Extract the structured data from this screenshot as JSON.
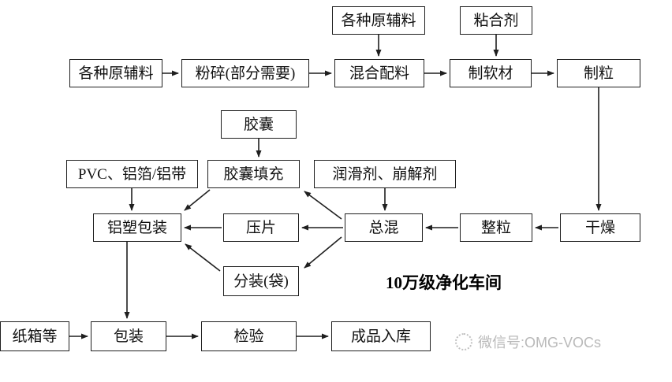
{
  "diagram": {
    "title": "10万级净化车间",
    "watermark": {
      "label": "微信号:OMG-VOCs",
      "icon": "wechat-logo-icon"
    },
    "colors": {
      "line": "#1f1f1f",
      "box_border": "#1f1f1f",
      "watermark": "#b9b9b9"
    },
    "nodes": {
      "raw_top": {
        "label": "各种原辅料"
      },
      "binder": {
        "label": "粘合剂"
      },
      "raw_left": {
        "label": "各种原辅料"
      },
      "crush": {
        "label": "粉碎(部分需要)"
      },
      "mix": {
        "label": "混合配料"
      },
      "soft_material": {
        "label": "制软材"
      },
      "granulate": {
        "label": "制粒"
      },
      "capsule": {
        "label": "胶囊"
      },
      "pvc_foil": {
        "label": "PVC、铝箔/铝带"
      },
      "capsule_fill": {
        "label": "胶囊填充"
      },
      "lubricant": {
        "label": "润滑剂、崩解剂"
      },
      "blister_pack": {
        "label": "铝塑包装"
      },
      "tablet_press": {
        "label": "压片"
      },
      "final_blend": {
        "label": "总混"
      },
      "granule_sizing": {
        "label": "整粒"
      },
      "dry": {
        "label": "干燥"
      },
      "sachet": {
        "label": "分装(袋)"
      },
      "carton": {
        "label": "纸箱等"
      },
      "pack": {
        "label": "包装"
      },
      "inspect": {
        "label": "检验"
      },
      "warehouse": {
        "label": "成品入库"
      }
    }
  }
}
